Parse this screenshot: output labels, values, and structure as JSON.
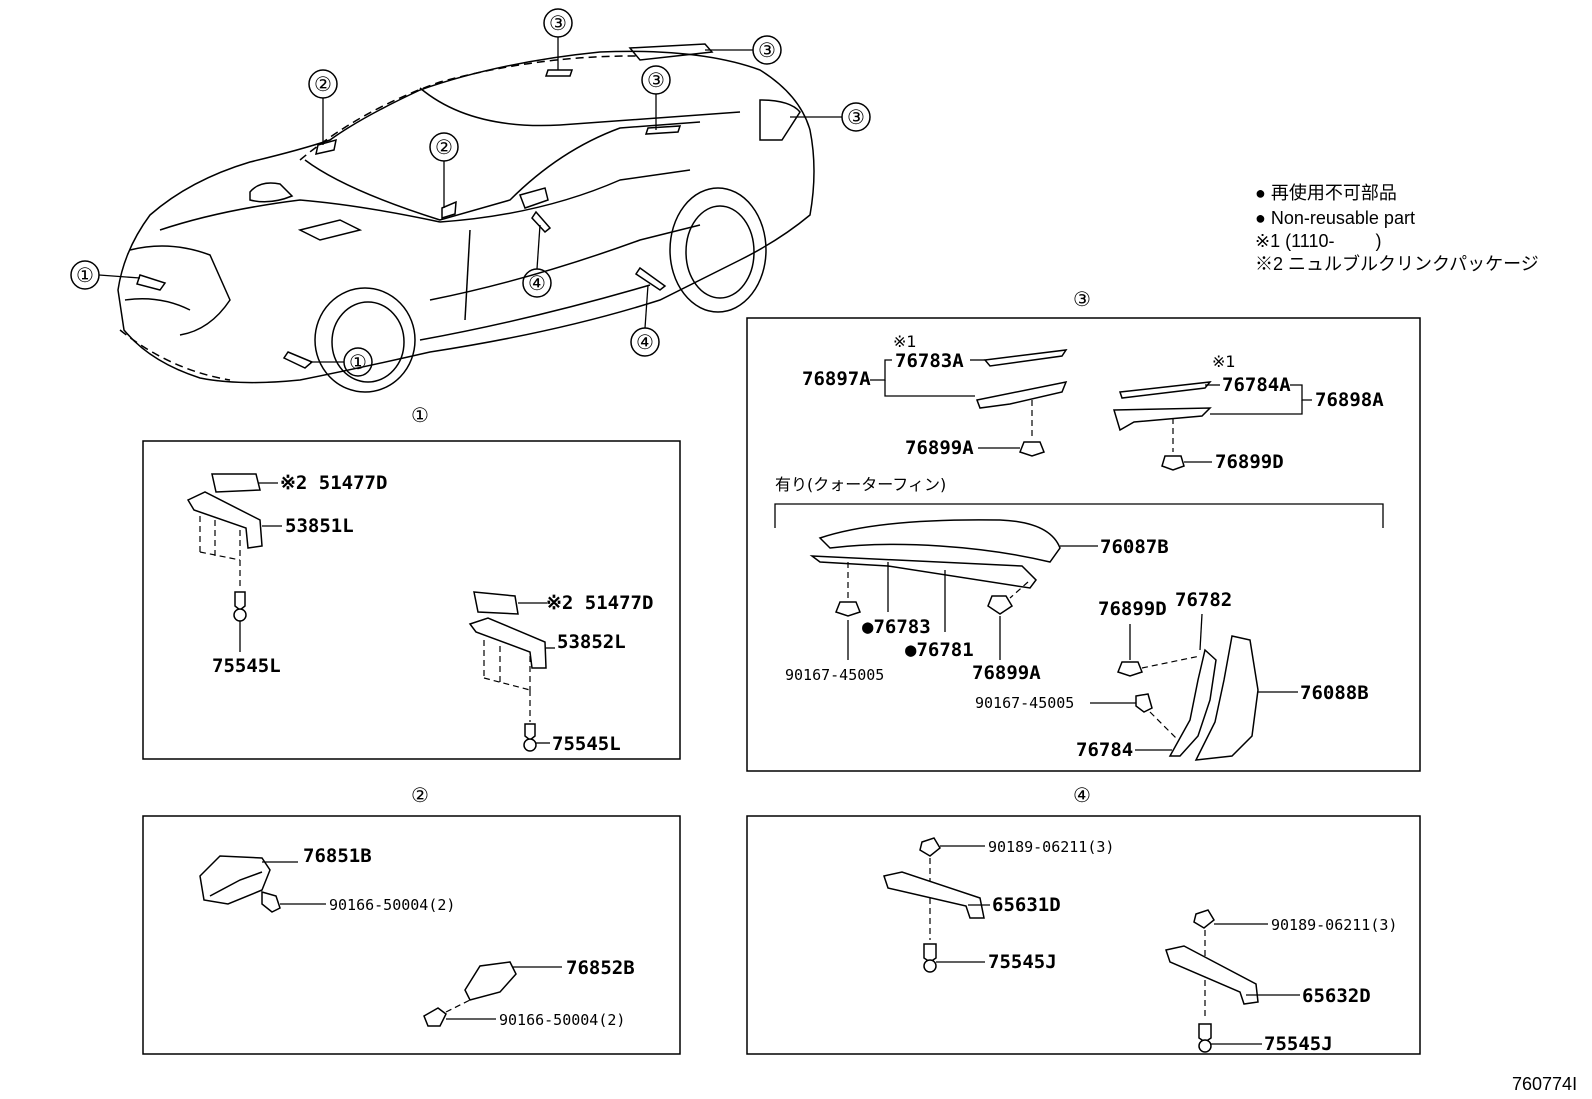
{
  "legend": {
    "line1": "● 再使用不可部品",
    "line2": "● Non-reusable part",
    "line3": "※1 (1110-　　 )",
    "line4": "※2 ニュルブルクリンクパッケージ"
  },
  "car_callouts": [
    "③",
    "③",
    "③",
    "③",
    "②",
    "②",
    "①",
    "①",
    "④",
    "④"
  ],
  "section1": {
    "title": "①",
    "labels": [
      "※2 51477D",
      "53851L",
      "75545L",
      "※2 51477D",
      "53852L",
      "75545L"
    ]
  },
  "section2": {
    "title": "②",
    "labels": [
      "76851B",
      "90166-50004(2)",
      "76852B",
      "90166-50004(2)"
    ]
  },
  "section3": {
    "title": "③",
    "labels": [
      "※1",
      "76783A",
      "76897A",
      "76899A",
      "※1",
      "76784A",
      "76898A",
      "76899D",
      "有り(クォーターフィン)",
      "76087B",
      "●76783",
      "●76781",
      "90167-45005",
      "76899A",
      "76899D",
      "76782",
      "90167-45005",
      "76088B",
      "76784"
    ]
  },
  "section4": {
    "title": "④",
    "labels": [
      "90189-06211(3)",
      "65631D",
      "75545J",
      "90189-06211(3)",
      "65632D",
      "75545J"
    ]
  },
  "figure_id": "760774I"
}
